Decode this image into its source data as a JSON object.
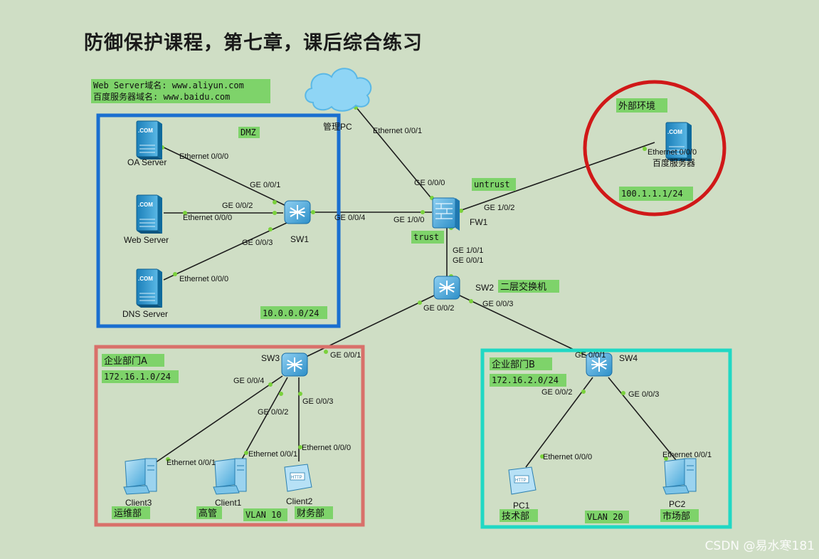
{
  "title": "防御保护课程，第七章，课后综合练习",
  "domains": {
    "web": "Web Server域名: www.aliyun.com",
    "baidu": "百度服务器域名: www.baidu.com"
  },
  "zones": {
    "dmz": "DMZ",
    "dmz_net": "10.0.0.0/24",
    "outside": "外部环境",
    "outside_net": "100.1.1.1/24",
    "untrust": "untrust",
    "trust": "trust",
    "deptA": "企业部门A",
    "deptA_net": "172.16.1.0/24",
    "deptB": "企业部门B",
    "deptB_net": "172.16.2.0/24",
    "vlan10": "VLAN 10",
    "vlan20": "VLAN 20",
    "sw2_desc": "二层交换机"
  },
  "devices": {
    "cloud": "管理PC",
    "oa": "OA Server",
    "web": "Web Server",
    "dns": "DNS Server",
    "sw1": "SW1",
    "fw1": "FW1",
    "sw2": "SW2",
    "sw3": "SW3",
    "sw4": "SW4",
    "baidu": "百度服务器",
    "client1": "Client1",
    "client2": "Client2",
    "client3": "Client3",
    "pc1": "PC1",
    "pc2": "PC2",
    "com": ".COM",
    "http": "HTTP"
  },
  "depts": {
    "ops": "运维部",
    "mgmt": "高管",
    "finance": "财务部",
    "tech": "技术部",
    "market": "市场部"
  },
  "ports": {
    "cloud_eth": "Ethernet 0/0/1",
    "fw_g000": "GE 0/0/0",
    "fw_g102": "GE 1/0/2",
    "fw_g100": "GE 1/0/0",
    "fw_g101": "GE 1/0/1",
    "baidu_eth": "Ethernet 0/0/0",
    "oa_eth": "Ethernet 0/0/0",
    "web_eth": "Ethernet 0/0/0",
    "dns_eth": "Ethernet 0/0/0",
    "sw1_g1": "GE 0/0/1",
    "sw1_g2": "GE 0/0/2",
    "sw1_g3": "GE 0/0/3",
    "sw1_g4": "GE 0/0/4",
    "sw2_g1": "GE 0/0/1",
    "sw2_g2": "GE 0/0/2",
    "sw2_g3": "GE 0/0/3",
    "sw3_g1": "GE 0/0/1",
    "sw3_g2": "GE 0/0/2",
    "sw3_g3": "GE 0/0/3",
    "sw3_g4": "GE 0/0/4",
    "sw4_g1": "GE 0/0/1",
    "sw4_g2": "GE 0/0/2",
    "sw4_g3": "GE 0/0/3",
    "c3_eth": "Ethernet 0/0/1",
    "c1_eth": "Ethernet 0/0/1",
    "c2_eth": "Ethernet 0/0/0",
    "pc1_eth": "Ethernet 0/0/0",
    "pc2_eth": "Ethernet 0/0/1"
  },
  "watermark": "CSDN @易水寒181",
  "colors": {
    "background": "#cfdec5",
    "dmz_box": "#1a6fd0",
    "deptA_box": "#d9706a",
    "deptB_box": "#20d8c4",
    "outside_circle": "#d01818",
    "tag_green": "#7ed36a",
    "link_dot": "#7ad13c"
  }
}
